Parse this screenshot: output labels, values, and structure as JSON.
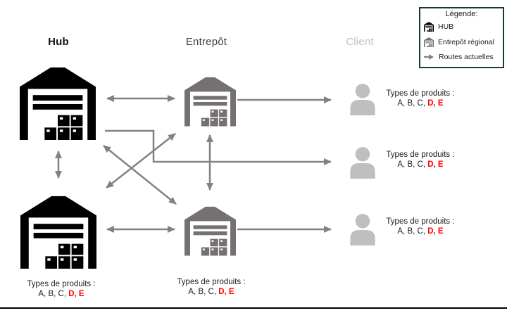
{
  "headers": {
    "hub": "Hub",
    "entrepot": "Entrepôt",
    "client": "Client"
  },
  "legend": {
    "title": "Légende:",
    "items": [
      {
        "label": "HUB",
        "icon": "hub-warehouse-icon"
      },
      {
        "label": "Entrepôt régional",
        "icon": "regional-warehouse-icon"
      },
      {
        "label": "Routes actuelles",
        "icon": "route-arrow-icon"
      }
    ]
  },
  "product_label": {
    "title": "Types de produits :",
    "base": "A, B, C, ",
    "highlight": "D, E"
  },
  "colors": {
    "hub_icon": "#000000",
    "regional_warehouse_icon": "#767171",
    "client_icon": "#bfbfbf",
    "client_header": "#bfbfbf",
    "route_arrow": "#828282",
    "highlight_red": "#ff0000",
    "legend_border": "#1d3c26",
    "background": "#ffffff"
  }
}
